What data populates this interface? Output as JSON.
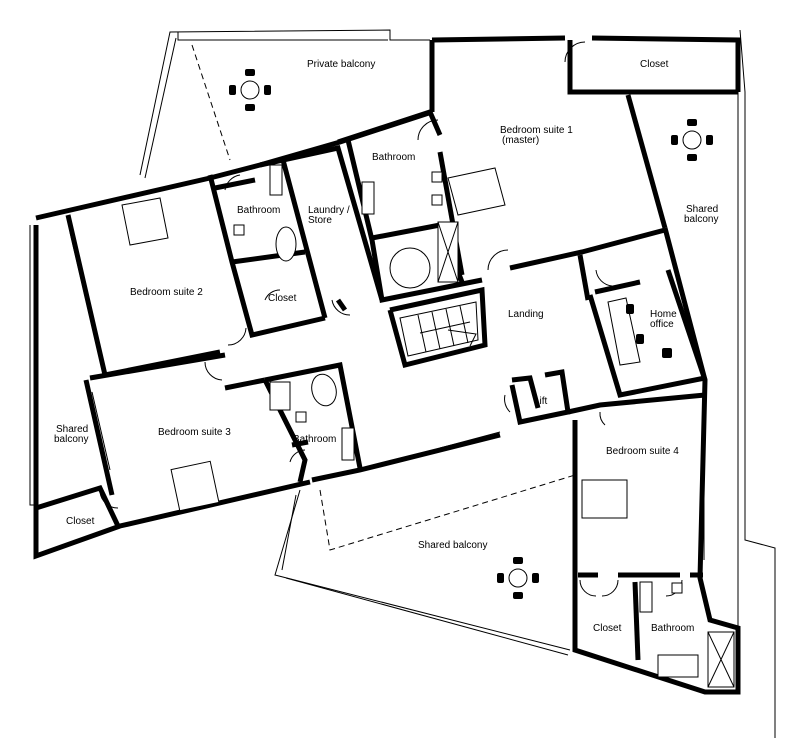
{
  "plan": {
    "rooms": [
      {
        "id": "private-balcony",
        "label": "Private balcony"
      },
      {
        "id": "closet-top",
        "label": "Closet"
      },
      {
        "id": "bedroom-1",
        "label": "Bedroom suite 1"
      },
      {
        "id": "bedroom-1-sub",
        "label": "(master)"
      },
      {
        "id": "bathroom-1",
        "label": "Bathroom"
      },
      {
        "id": "laundry-1",
        "label": "Laundry /"
      },
      {
        "id": "laundry-2",
        "label": "Store"
      },
      {
        "id": "bathroom-2",
        "label": "Bathroom"
      },
      {
        "id": "bedroom-2",
        "label": "Bedroom suite 2"
      },
      {
        "id": "closet-2",
        "label": "Closet"
      },
      {
        "id": "shared-balcony-right-1",
        "label": "Shared"
      },
      {
        "id": "shared-balcony-right-2",
        "label": "balcony"
      },
      {
        "id": "landing",
        "label": "Landing"
      },
      {
        "id": "home-office-1",
        "label": "Home"
      },
      {
        "id": "home-office-2",
        "label": "office"
      },
      {
        "id": "lift",
        "label": "Lift"
      },
      {
        "id": "bedroom-3",
        "label": "Bedroom suite 3"
      },
      {
        "id": "bathroom-3",
        "label": "Bathroom"
      },
      {
        "id": "shared-balcony-left-1",
        "label": "Shared"
      },
      {
        "id": "shared-balcony-left-2",
        "label": "balcony"
      },
      {
        "id": "closet-left",
        "label": "Closet"
      },
      {
        "id": "bedroom-4",
        "label": "Bedroom suite 4"
      },
      {
        "id": "shared-balcony-bottom",
        "label": "Shared balcony"
      },
      {
        "id": "closet-4",
        "label": "Closet"
      },
      {
        "id": "bathroom-4",
        "label": "Bathroom"
      }
    ],
    "icons": [
      "table-chairs-icon",
      "bed-icon",
      "bathtub-icon",
      "toilet-icon",
      "sink-icon",
      "shower-icon",
      "desk-chair-icon",
      "staircase-icon"
    ]
  }
}
